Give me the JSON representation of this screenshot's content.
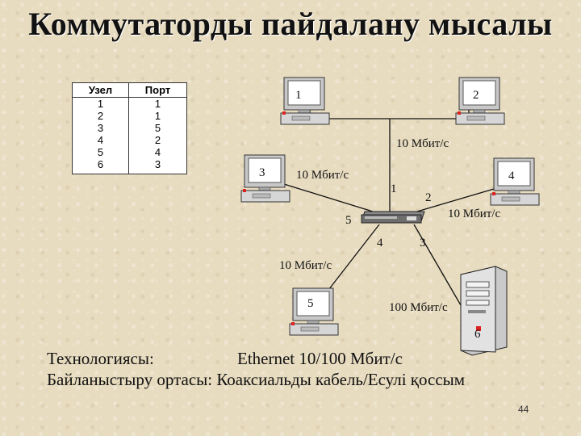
{
  "title": "Коммутаторды пайдалану мысалы",
  "table": {
    "headers": [
      "Узел",
      "Порт"
    ],
    "rows": [
      [
        "1",
        "1"
      ],
      [
        "2",
        "1"
      ],
      [
        "3",
        "5"
      ],
      [
        "4",
        "2"
      ],
      [
        "5",
        "4"
      ],
      [
        "6",
        "3"
      ]
    ]
  },
  "computers": [
    "1",
    "2",
    "3",
    "4",
    "5",
    "6"
  ],
  "ports": {
    "p1": "1",
    "p2": "2",
    "p3": "3",
    "p4": "4",
    "p5": "5"
  },
  "links": {
    "l12": "10 Мбит/с",
    "l3": "10 Мбит/с",
    "l4": "10 Мбит/с",
    "l5": "10 Мбит/с",
    "l6": "100 Мбит/с"
  },
  "footer": {
    "tech_label": "Технологиясы:",
    "tech_value": "Ethernet 10/100 Мбит/с",
    "media_label": "Байланыстыру ортасы:",
    "media_value": "Коаксиальды кабель/Есулі қоссым"
  },
  "page_number": "44"
}
